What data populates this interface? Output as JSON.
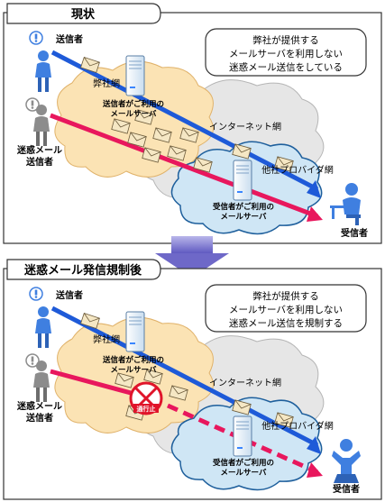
{
  "panel_before": {
    "tab_label": "現状",
    "callout_lines": [
      "弊社が提供する",
      "メールサーバを利用しない",
      "迷惑メール送信をしている"
    ],
    "sender_label": "送信者",
    "spam_sender_label": [
      "迷惑メール",
      "送信者"
    ],
    "company_net_label": "弊社網",
    "sender_server_label": [
      "送信者がご利用の",
      "メールサーバ"
    ],
    "internet_label": "インターネット網",
    "other_isp_label": "他社プロバイダ網",
    "receiver_server_label": [
      "受信者がご利用の",
      "メールサーバ"
    ],
    "receiver_label": "受信者"
  },
  "panel_after": {
    "tab_label": "迷惑メール発信規制後",
    "callout_lines": [
      "弊社が提供する",
      "メールサーバを利用しない",
      "迷惑メール送信を規制する"
    ],
    "sender_label": "送信者",
    "spam_sender_label": [
      "迷惑メール",
      "送信者"
    ],
    "company_net_label": "弊社網",
    "sender_server_label": [
      "送信者がご利用の",
      "メールサーバ"
    ],
    "internet_label": "インターネット網",
    "other_isp_label": "他社プロバイダ網",
    "receiver_server_label": [
      "受信者がご利用の",
      "メールサーバ"
    ],
    "receiver_label": "受信者",
    "block_label": "通行止"
  },
  "colors": {
    "legit_arrow": "#1e5ad8",
    "spam_arrow": "#e8175d",
    "company_cloud": "#fbe3b4",
    "internet_cloud": "#e6e6e6",
    "isp_cloud": "#cfe6f5",
    "transition_arrow": "#6e68c8",
    "block_sign": "#e0142a"
  }
}
